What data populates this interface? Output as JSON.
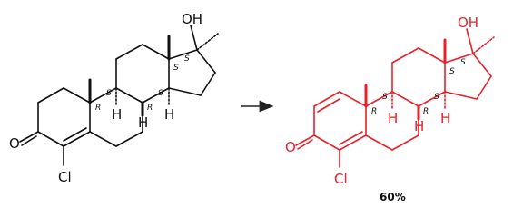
{
  "colors": {
    "reactant": "#111111",
    "product": "#e8202a",
    "arrow": "#222222"
  },
  "reactant": {
    "atoms": {
      "oh": "OH",
      "o": "O",
      "cl": "Cl",
      "h1": "H",
      "h2": "H",
      "h3": "H"
    },
    "stereo": {
      "s17": "S",
      "s13": "S",
      "s9": "S",
      "s14": "S",
      "r10": "R",
      "r8": "R"
    }
  },
  "product": {
    "atoms": {
      "oh": "OH",
      "o": "O",
      "cl": "Cl",
      "h1": "H",
      "h2": "H",
      "h3": "H"
    },
    "stereo": {
      "s17": "S",
      "s13": "S",
      "s9": "S",
      "s14": "S",
      "r10": "R",
      "r8": "R"
    }
  },
  "yield": "60%"
}
